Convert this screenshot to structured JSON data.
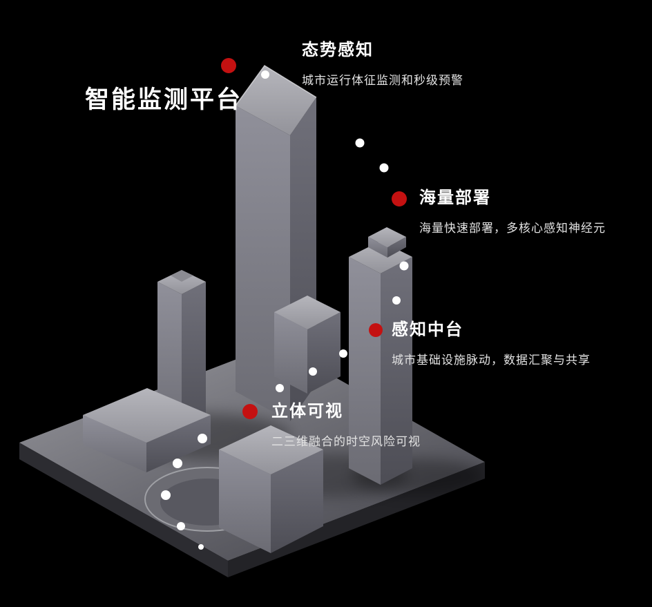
{
  "platform": {
    "title": "智能监测平台"
  },
  "features": [
    {
      "name": "态势感知",
      "desc": "城市运行体征监测和秒级预警"
    },
    {
      "name": "海量部署",
      "desc": "海量快速部署，多核心感知神经元"
    },
    {
      "name": "感知中台",
      "desc": "城市基础设施脉动，数据汇聚与共享"
    },
    {
      "name": "立体可视",
      "desc": "二三维融合的时空风险可视"
    }
  ],
  "icons": {
    "feature_marker": "red-dot",
    "trail_dot": "white-dot",
    "illustration": "isometric-city-model"
  },
  "colors": {
    "background": "#000000",
    "accent": "#c41111",
    "heading_text": "#ffffff",
    "body_text": "#e3e3e3"
  }
}
